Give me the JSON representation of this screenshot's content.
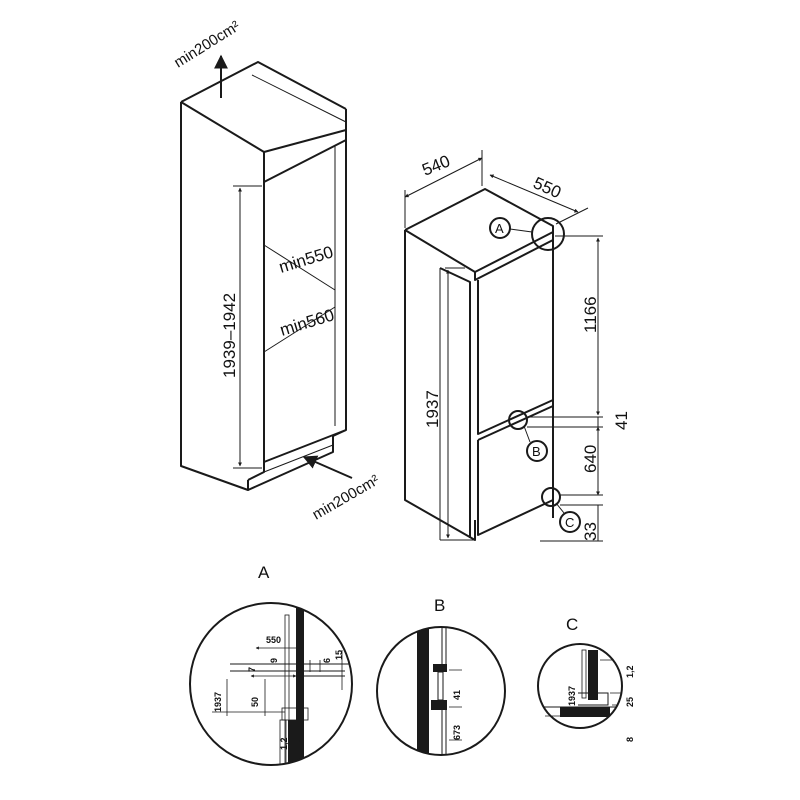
{
  "cabinet": {
    "vent_top": "min200cm²",
    "vent_bottom": "min200cm²",
    "height_range": "1939–1942",
    "depth_min_1": "min550",
    "depth_min_2": "min560"
  },
  "fridge": {
    "width": "540",
    "depth": "550",
    "height": "1937",
    "dim_upper": "1166",
    "dim_gap": "41",
    "dim_lower": "640",
    "dim_bottom": "33",
    "callout_a": "A",
    "callout_b": "B",
    "callout_c": "C"
  },
  "detail_a": {
    "title": "A",
    "d550": "550",
    "d7": "7",
    "d9": "9",
    "d6": "6",
    "d15": "15",
    "d1937": "1937",
    "d50": "50",
    "d12": "1,2"
  },
  "detail_b": {
    "title": "B",
    "d41": "41",
    "d673": "673"
  },
  "detail_c": {
    "title": "C",
    "d1937": "1937",
    "d12": "1,2",
    "d25": "25",
    "d8": "8"
  }
}
